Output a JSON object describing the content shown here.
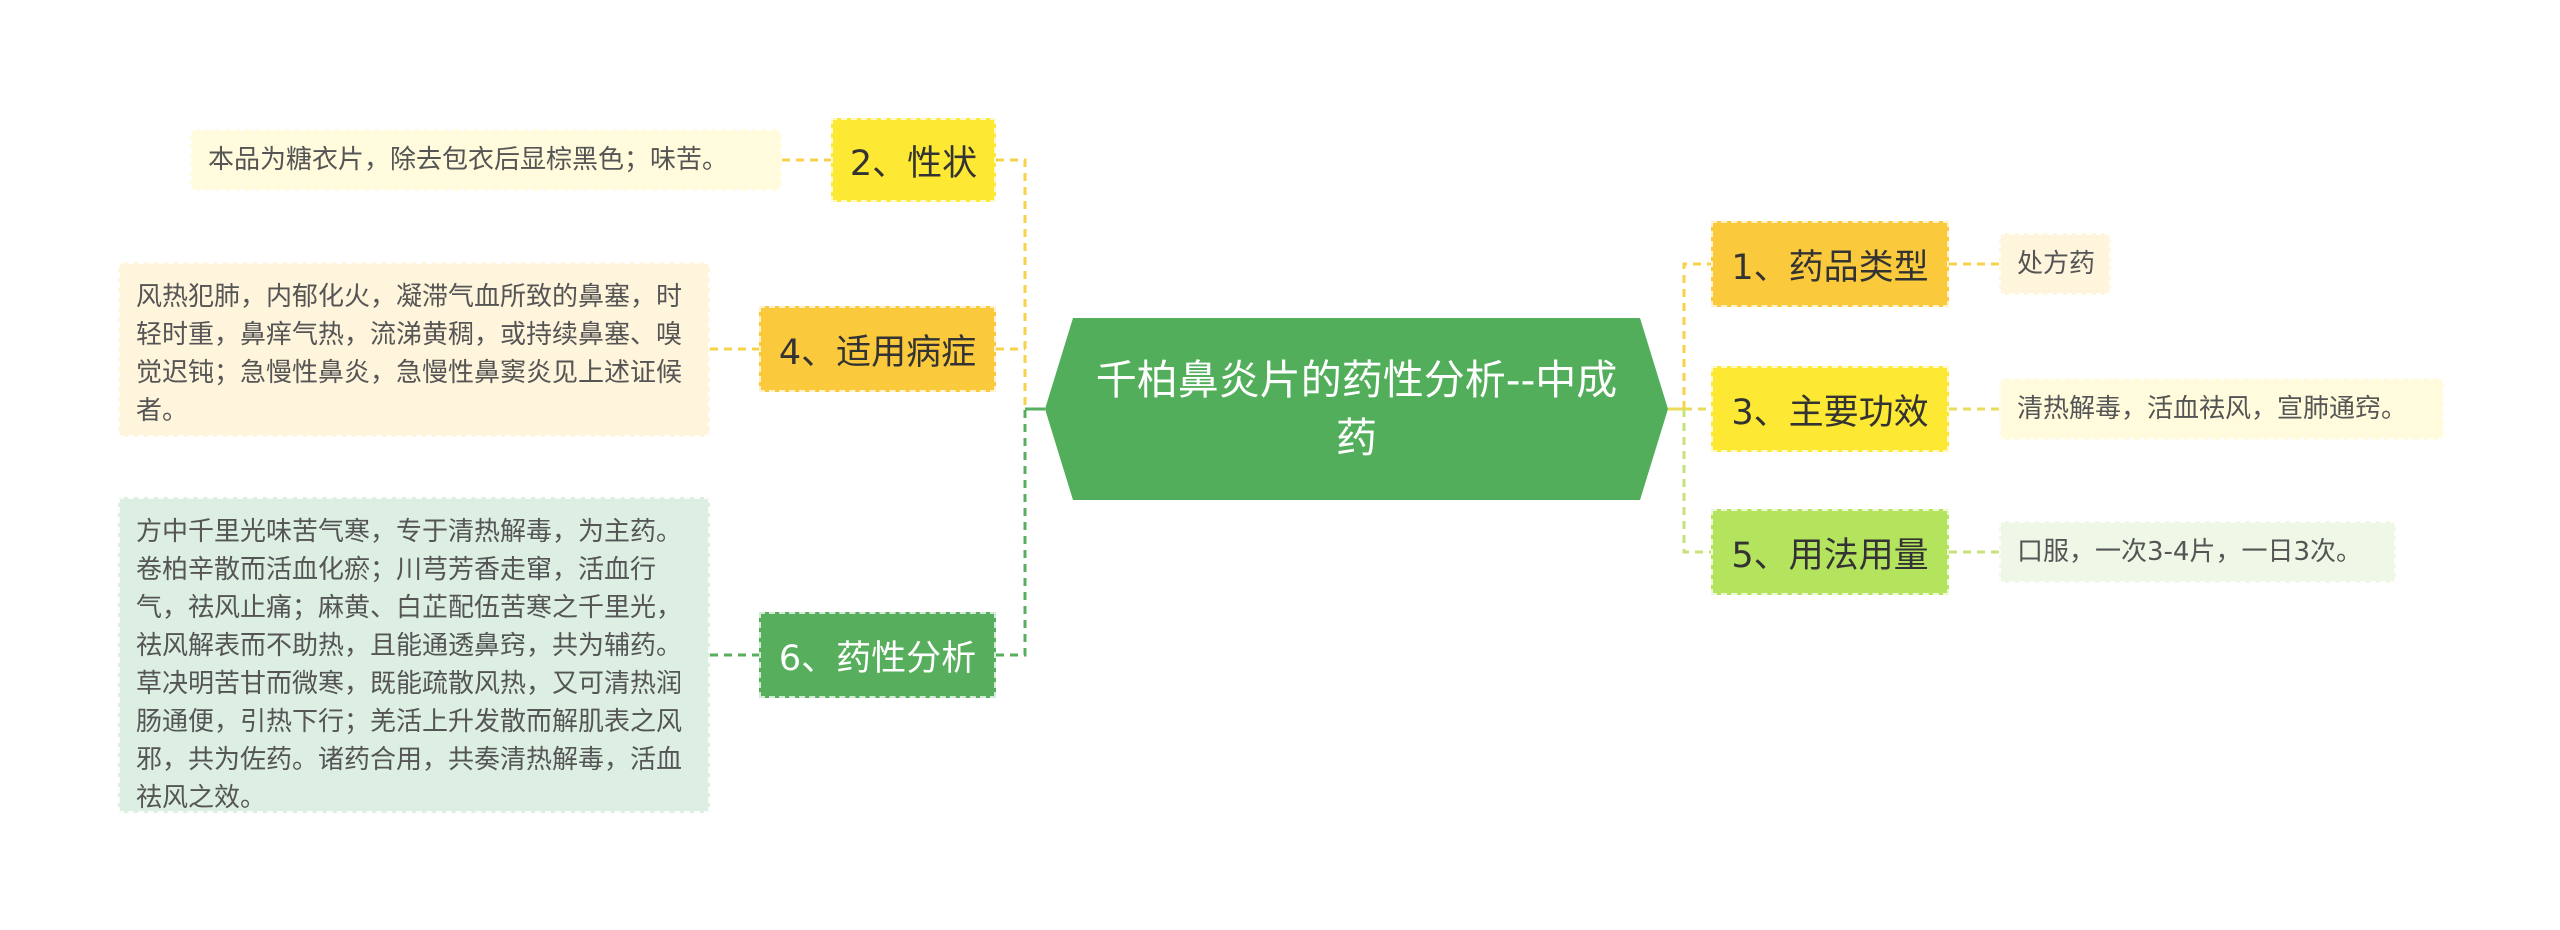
{
  "center": {
    "title": "千柏鼻炎片的药性分析--中成药"
  },
  "branches": {
    "b2": {
      "label": "2、性状",
      "leaf": "本品为糖衣片，除去包衣后显棕黑色；味苦。"
    },
    "b4": {
      "label": "4、适用病症",
      "leaf": "风热犯肺，内郁化火，凝滞气血所致的鼻塞，时轻时重，鼻痒气热，流涕黄稠，或持续鼻塞、嗅觉迟钝；急慢性鼻炎，急慢性鼻窦炎见上述证候者。"
    },
    "b6": {
      "label": "6、药性分析",
      "leaf": "方中千里光味苦气寒，专于清热解毒，为主药。卷柏辛散而活血化瘀；川芎芳香走窜，活血行气，祛风止痛；麻黄、白芷配伍苦寒之千里光，祛风解表而不助热，且能通透鼻窍，共为辅药。草决明苦甘而微寒，既能疏散风热，又可清热润肠通便，引热下行；羌活上升发散而解肌表之风邪，共为佐药。诸药合用，共奏清热解毒，活血祛风之效。"
    },
    "b1": {
      "label": "1、药品类型",
      "leaf": "处方药"
    },
    "b3": {
      "label": "3、主要功效",
      "leaf": "清热解毒，活血祛风，宣肺通窍。"
    },
    "b5": {
      "label": "5、用法用量",
      "leaf": "口服，一次3-4片，一日3次。"
    }
  },
  "colors": {
    "center": "#52ae5b",
    "yellow": "#fde833",
    "orange": "#fbca3c",
    "lime": "#b4e45e",
    "green": "#57ae5c",
    "connector_left": "#f6d24a",
    "connector_right": "#e9dc5a",
    "connector_green": "#57ae5c"
  }
}
